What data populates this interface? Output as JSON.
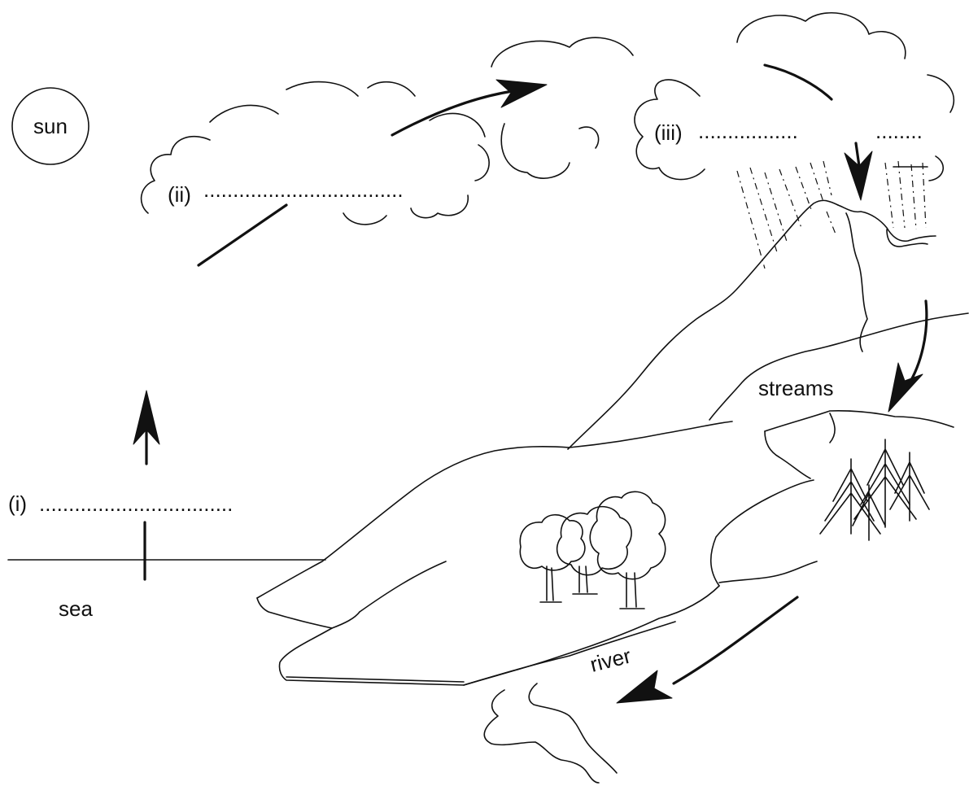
{
  "labels": {
    "sun": "sun",
    "sea": "sea",
    "streams": "streams",
    "river": "river",
    "blank_i": "(i)",
    "blank_ii": "(ii)",
    "blank_iii": "(iii)"
  },
  "answer_lines": {
    "i": ".................................",
    "ii": "..................................",
    "iii_a": ".................",
    "iii_b": "........"
  }
}
